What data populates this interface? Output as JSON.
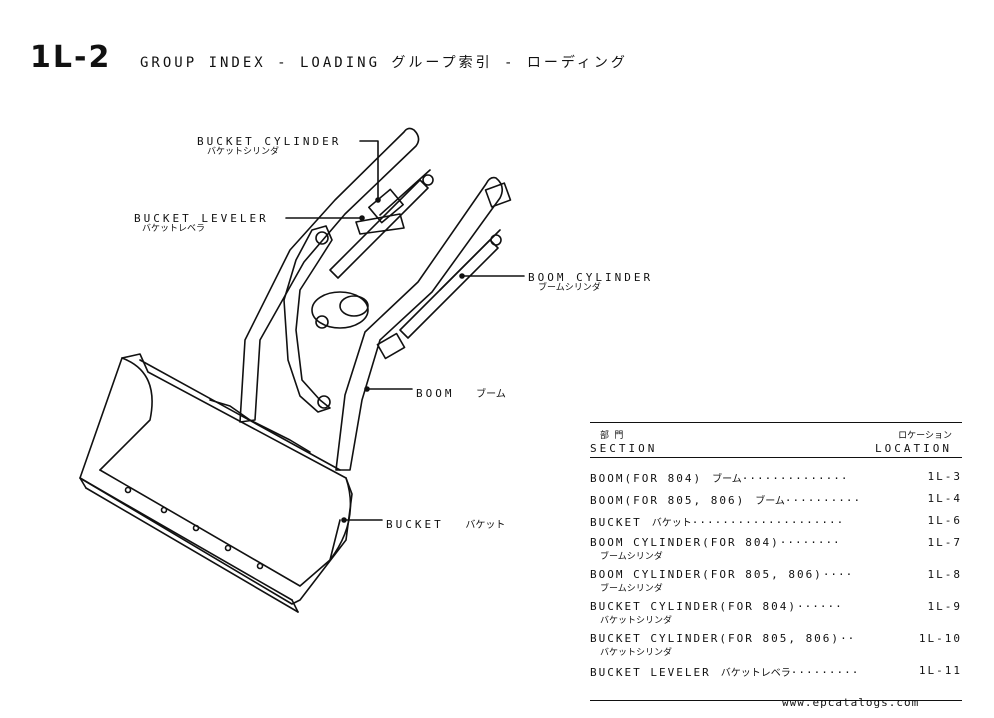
{
  "header": {
    "page_id": "1L-2",
    "title": "GROUP INDEX - LOADING グループ索引 - ローディング"
  },
  "callouts": {
    "bucket_cylinder": {
      "en": "BUCKET CYLINDER",
      "jp": "バケットシリンダ"
    },
    "bucket_leveler": {
      "en": "BUCKET LEVELER",
      "jp": "バケットレベラ"
    },
    "boom_cylinder": {
      "en": "BOOM CYLINDER",
      "jp": "ブームシリンダ"
    },
    "boom": {
      "en": "BOOM",
      "jp": "ブーム"
    },
    "bucket": {
      "en": "BUCKET",
      "jp": "バケット"
    }
  },
  "index_table": {
    "section_header_jp": "部 門",
    "section_header_en": "SECTION",
    "location_header_jp": "ロケーション",
    "location_header_en": "LOCATION",
    "rows": [
      {
        "section": "BOOM(FOR 804)",
        "jp_inline": "ブーム",
        "jp_below": "",
        "dots": "··············",
        "location": "1L-3"
      },
      {
        "section": "BOOM(FOR 805, 806)",
        "jp_inline": "ブーム",
        "jp_below": "",
        "dots": "··········",
        "location": "1L-4"
      },
      {
        "section": "BUCKET",
        "jp_inline": "バケット",
        "jp_below": "",
        "dots": "····················",
        "location": "1L-6"
      },
      {
        "section": "BOOM CYLINDER(FOR 804)",
        "jp_inline": "",
        "jp_below": "ブームシリンダ",
        "dots": "········",
        "location": "1L-7"
      },
      {
        "section": "BOOM CYLINDER(FOR 805, 806)",
        "jp_inline": "",
        "jp_below": "ブームシリンダ",
        "dots": "····",
        "location": "1L-8"
      },
      {
        "section": "BUCKET CYLINDER(FOR 804)",
        "jp_inline": "",
        "jp_below": "バケットシリンダ",
        "dots": "······",
        "location": "1L-9"
      },
      {
        "section": "BUCKET CYLINDER(FOR 805, 806)",
        "jp_inline": "",
        "jp_below": "バケットシリンダ",
        "dots": "··",
        "location": "1L-10"
      },
      {
        "section": "BUCKET LEVELER",
        "jp_inline": "バケットレベラ",
        "jp_below": "",
        "dots": "·········",
        "location": "1L-11"
      }
    ]
  },
  "watermark": "www.epcatalogs.com"
}
